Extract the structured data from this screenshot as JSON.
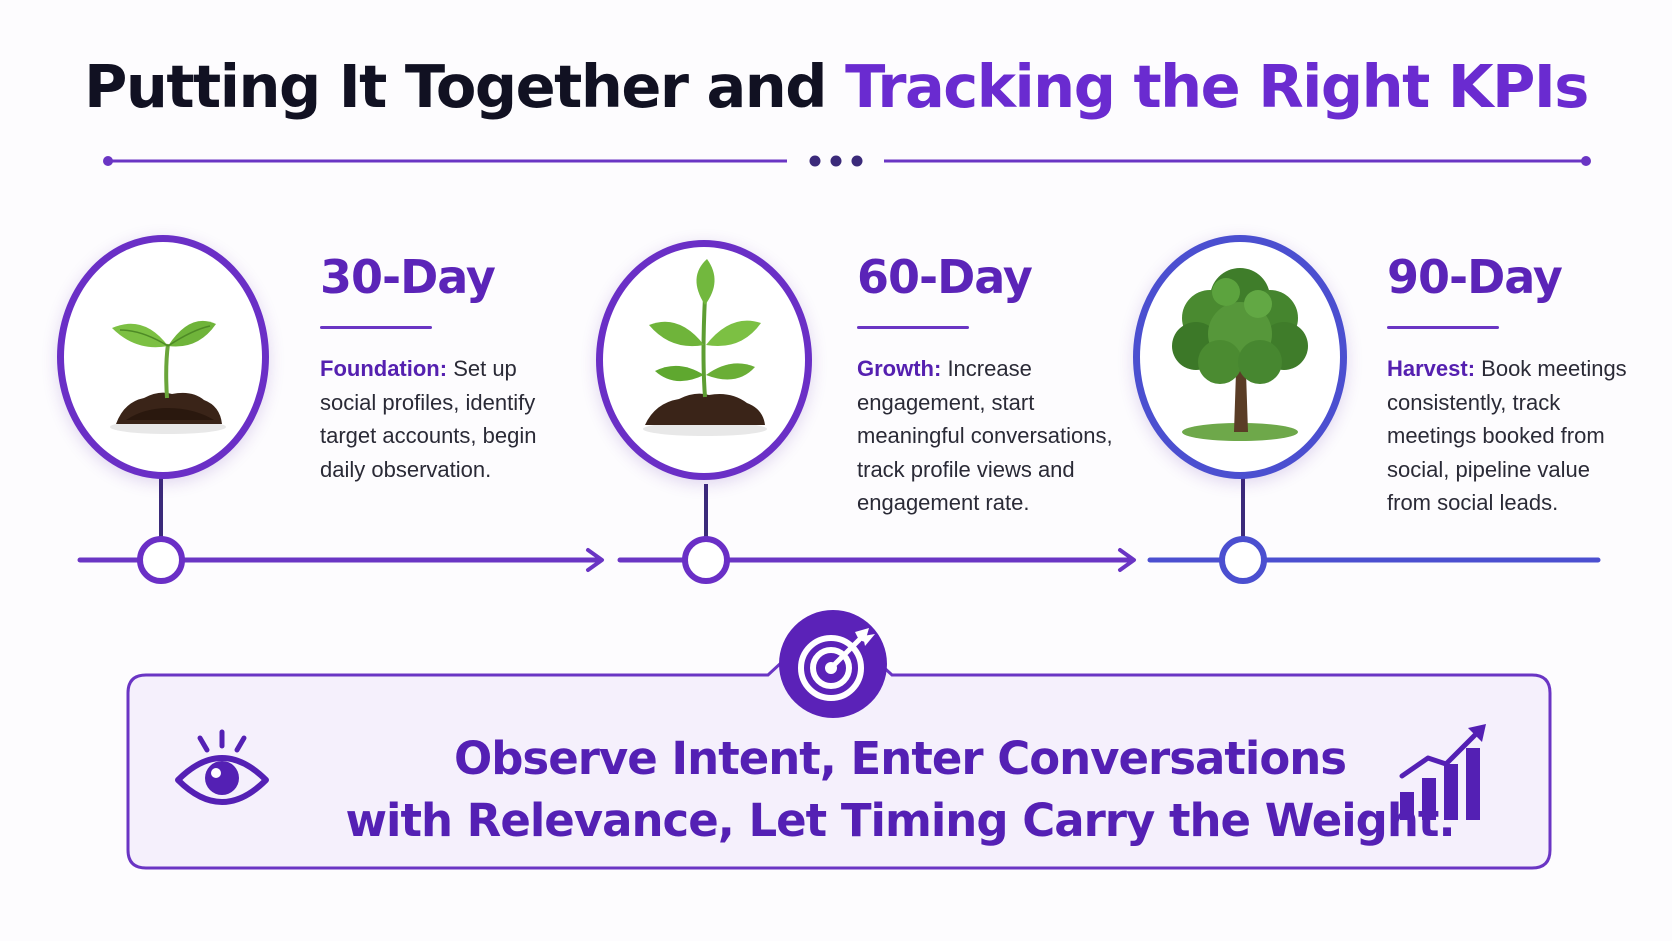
{
  "title": {
    "part1": "Putting It Together and ",
    "part2": "Tracking the Right KPIs"
  },
  "colors": {
    "accent": "#6a2bd0",
    "dark_text": "#111122",
    "purple_line": "#6a35c4",
    "blue_line": "#4b4fd0",
    "banner_bg": "#f5f0fc"
  },
  "phases": [
    {
      "heading": "30-Day",
      "label": "Foundation:",
      "description": " Set up social profiles, identify target accounts, begin daily observation.",
      "icon": "sprout-icon"
    },
    {
      "heading": "60-Day",
      "label": "Growth:",
      "description": " Increase engagement, start meaningful conversations, track profile views and engagement rate.",
      "icon": "young-plant-icon"
    },
    {
      "heading": "90-Day",
      "label": "Harvest:",
      "description": " Book meetings consistently, track meetings booked from social, pipeline value from social leads.",
      "icon": "tree-icon"
    }
  ],
  "banner": {
    "line1": "Observe Intent, Enter Conversations",
    "line2": "with Relevance, Let Timing Carry the Weight.",
    "icons": [
      "eye-icon",
      "target-icon",
      "growth-chart-icon"
    ]
  }
}
